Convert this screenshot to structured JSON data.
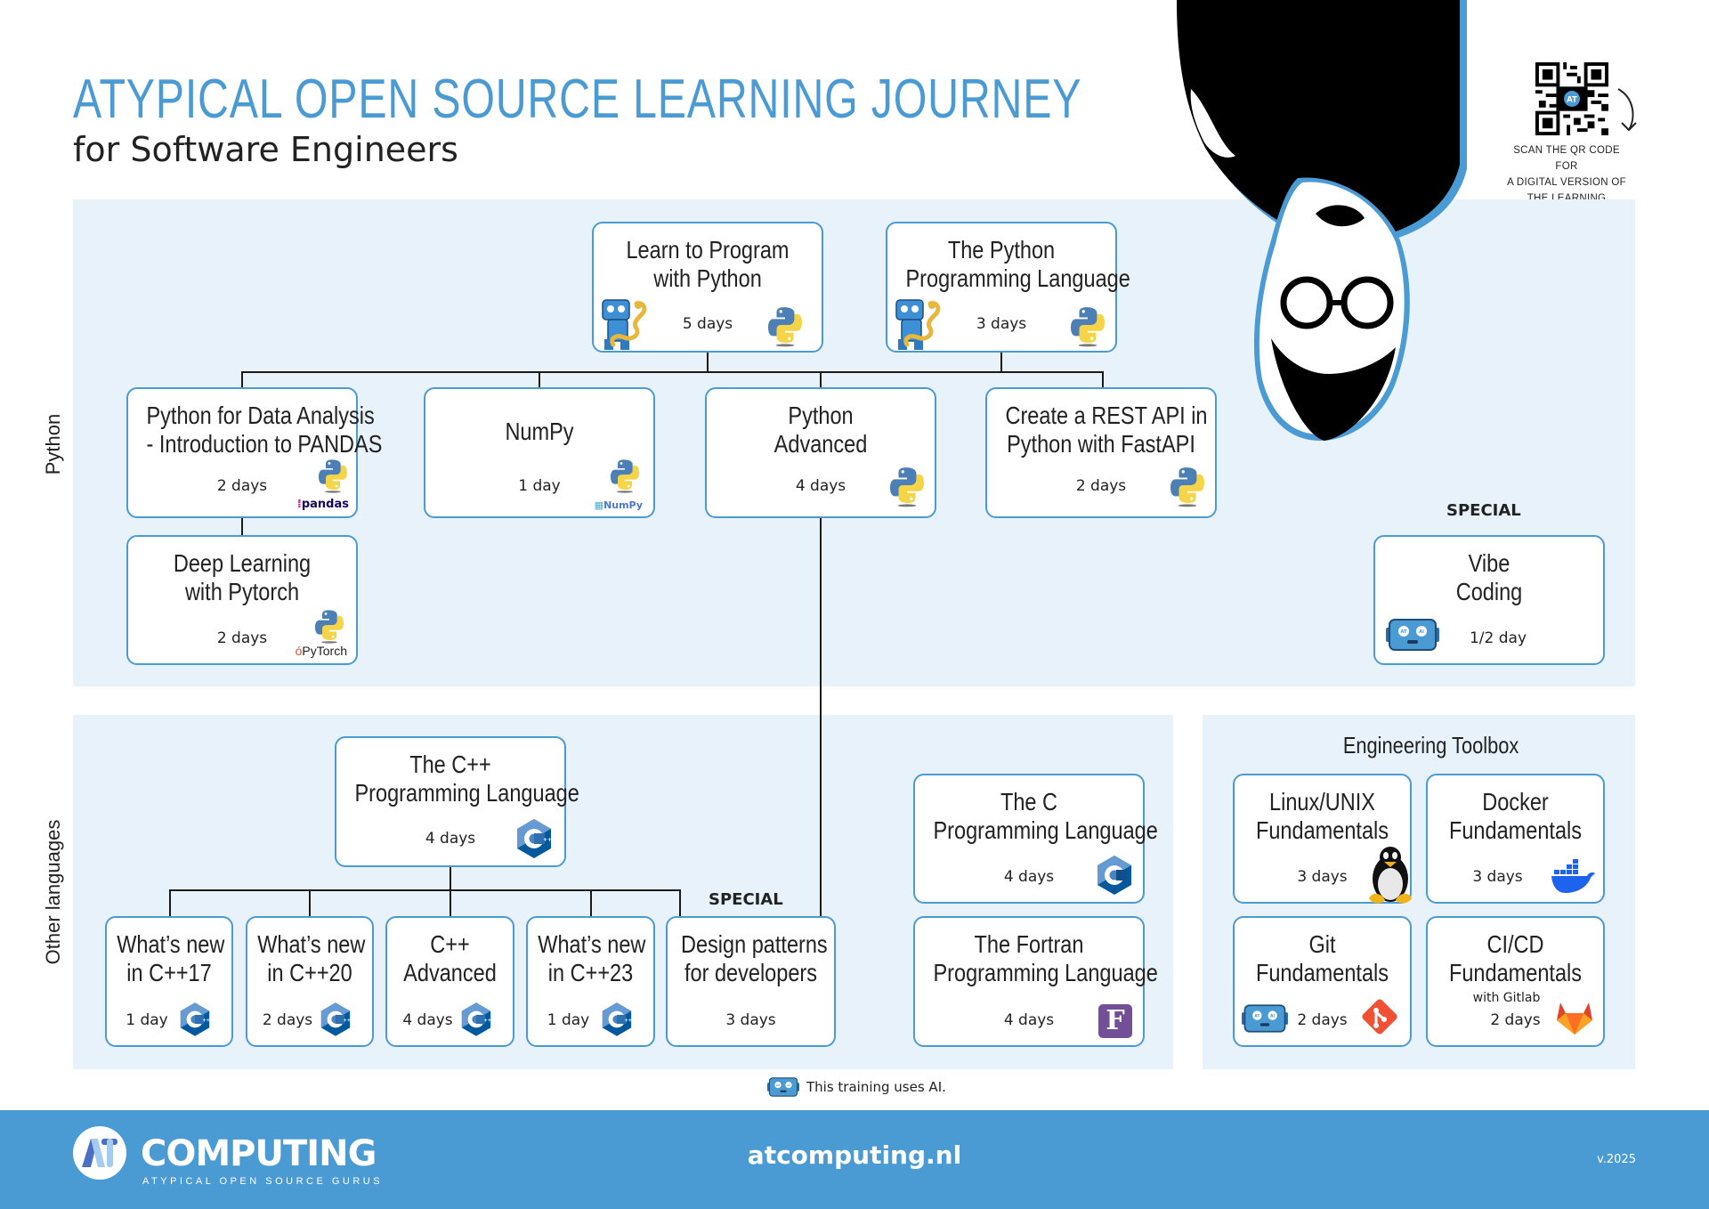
{
  "header": {
    "title": "ATYPICAL OPEN SOURCE LEARNING JOURNEY",
    "subtitle": "for Software Engineers"
  },
  "qr": {
    "icon": "qr-code-icon",
    "caption_lines": [
      "SCAN THE QR CODE FOR",
      "A DIGITAL VERSION OF",
      "THE LEARNING JOURNEY!"
    ]
  },
  "sections": {
    "python_label": "Python",
    "other_label": "Other languages",
    "toolbox_title": "Engineering Toolbox",
    "special_label": "SPECIAL"
  },
  "courses": {
    "learn_python": {
      "title": [
        "Learn to Program",
        "with Python"
      ],
      "duration": "5 days",
      "icons": [
        "ai-robot-mascot-icon",
        "python-icon"
      ]
    },
    "python_lang": {
      "title": [
        "The Python",
        "Programming Language"
      ],
      "duration": "3 days",
      "icons": [
        "ai-robot-mascot-icon",
        "python-icon"
      ]
    },
    "pandas": {
      "title": [
        "Python for Data Analysis",
        "- Introduction to PANDAS"
      ],
      "duration": "2 days",
      "icons": [
        "python-icon",
        "pandas-icon"
      ],
      "logo_text": "pandas"
    },
    "numpy": {
      "title": [
        "NumPy"
      ],
      "duration": "1 day",
      "icons": [
        "python-icon",
        "numpy-icon"
      ],
      "logo_text": "NumPy"
    },
    "python_adv": {
      "title": [
        "Python",
        "Advanced"
      ],
      "duration": "4 days",
      "icons": [
        "python-icon"
      ]
    },
    "fastapi": {
      "title": [
        "Create a REST API in",
        "Python with FastAPI"
      ],
      "duration": "2 days",
      "icons": [
        "python-icon"
      ]
    },
    "pytorch": {
      "title": [
        "Deep Learning",
        "with Pytorch"
      ],
      "duration": "2 days",
      "icons": [
        "python-icon",
        "pytorch-icon"
      ],
      "logo_text": "PyTorch"
    },
    "vibe": {
      "title": [
        "Vibe",
        "Coding"
      ],
      "duration": "1/2 day",
      "icons": [
        "ai-robot-icon"
      ],
      "special": true
    },
    "cpp": {
      "title": [
        "The C++",
        "Programming Language"
      ],
      "duration": "4 days",
      "icons": [
        "cpp-icon"
      ]
    },
    "cpp17": {
      "title": [
        "What’s new",
        "in C++17"
      ],
      "duration": "1 day",
      "icons": [
        "cpp-icon"
      ]
    },
    "cpp20": {
      "title": [
        "What’s new",
        "in C++20"
      ],
      "duration": "2 days",
      "icons": [
        "cpp-icon"
      ]
    },
    "cpp_adv": {
      "title": [
        "C++",
        "Advanced"
      ],
      "duration": "4 days",
      "icons": [
        "cpp-icon"
      ]
    },
    "cpp23": {
      "title": [
        "What’s new",
        "in C++23"
      ],
      "duration": "1 day",
      "icons": [
        "cpp-icon"
      ]
    },
    "design": {
      "title": [
        "Design patterns",
        "for developers"
      ],
      "duration": "3 days",
      "icons": [],
      "special": true
    },
    "c": {
      "title": [
        "The C",
        "Programming Language"
      ],
      "duration": "4 days",
      "icons": [
        "c-icon"
      ]
    },
    "fortran": {
      "title": [
        "The Fortran",
        "Programming Language"
      ],
      "duration": "4 days",
      "icons": [
        "fortran-icon"
      ]
    },
    "linux": {
      "title": [
        "Linux/UNIX",
        "Fundamentals"
      ],
      "duration": "3 days",
      "icons": [
        "tux-penguin-icon"
      ]
    },
    "docker": {
      "title": [
        "Docker",
        "Fundamentals"
      ],
      "duration": "3 days",
      "icons": [
        "docker-whale-icon"
      ]
    },
    "git": {
      "title": [
        "Git",
        "Fundamentals"
      ],
      "duration": "2 days",
      "icons": [
        "ai-robot-icon",
        "git-icon"
      ]
    },
    "cicd": {
      "title": [
        "CI/CD",
        "Fundamentals"
      ],
      "subtitle": "with Gitlab",
      "duration": "2 days",
      "icons": [
        "gitlab-fox-icon"
      ]
    }
  },
  "ai_note": "This training uses AI.",
  "footer": {
    "brand": "COMPUTING",
    "tagline": "ATYPICAL OPEN SOURCE GURUS",
    "url": "atcomputing.nl",
    "version": "v.2025"
  },
  "colors": {
    "accent": "#4a9ad4",
    "panel": "#e7f2fb",
    "text": "#222222"
  }
}
